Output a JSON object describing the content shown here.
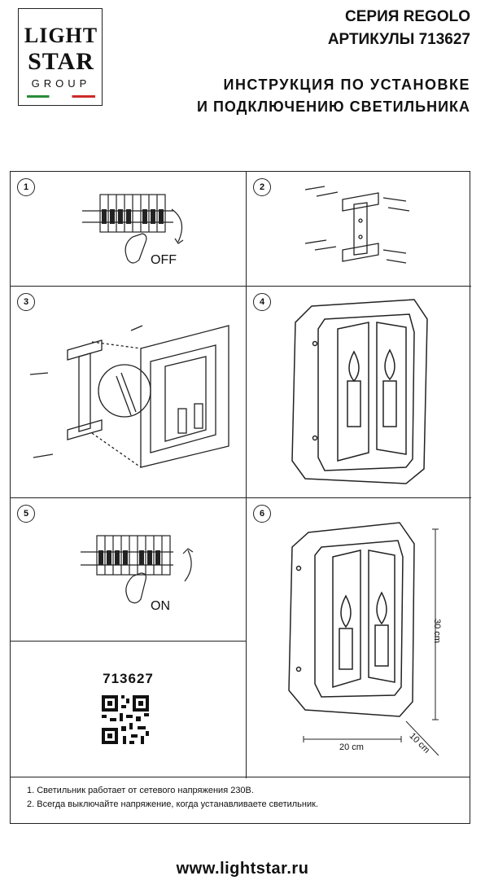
{
  "logo": {
    "line1": "LIGHT",
    "line2": "STAR",
    "line3": "GROUP"
  },
  "header": {
    "series": "СЕРИЯ REGOLO",
    "articles": "АРТИКУЛЫ 713627",
    "title_line1": "ИНСТРУКЦИЯ ПО УСТАНОВКЕ",
    "title_line2": "И ПОДКЛЮЧЕНИЮ СВЕТИЛЬНИКА"
  },
  "steps": [
    {
      "number": "1",
      "label": "OFF"
    },
    {
      "number": "2"
    },
    {
      "number": "3"
    },
    {
      "number": "4"
    },
    {
      "number": "5",
      "label": "ON"
    },
    {
      "number": "6"
    }
  ],
  "dimensions": {
    "height": "30 cm",
    "width": "20 cm",
    "depth": "10 cm"
  },
  "article_code": "713627",
  "notes": [
    "1. Светильник работает от сетевого напряжения 230В.",
    "2. Всегда выключайте напряжение, когда устанавливаете светильник."
  ],
  "website": "www.lightstar.ru",
  "colors": {
    "line": "#222222",
    "flag_green": "#2a8a3a",
    "flag_red": "#cc2a2a"
  }
}
